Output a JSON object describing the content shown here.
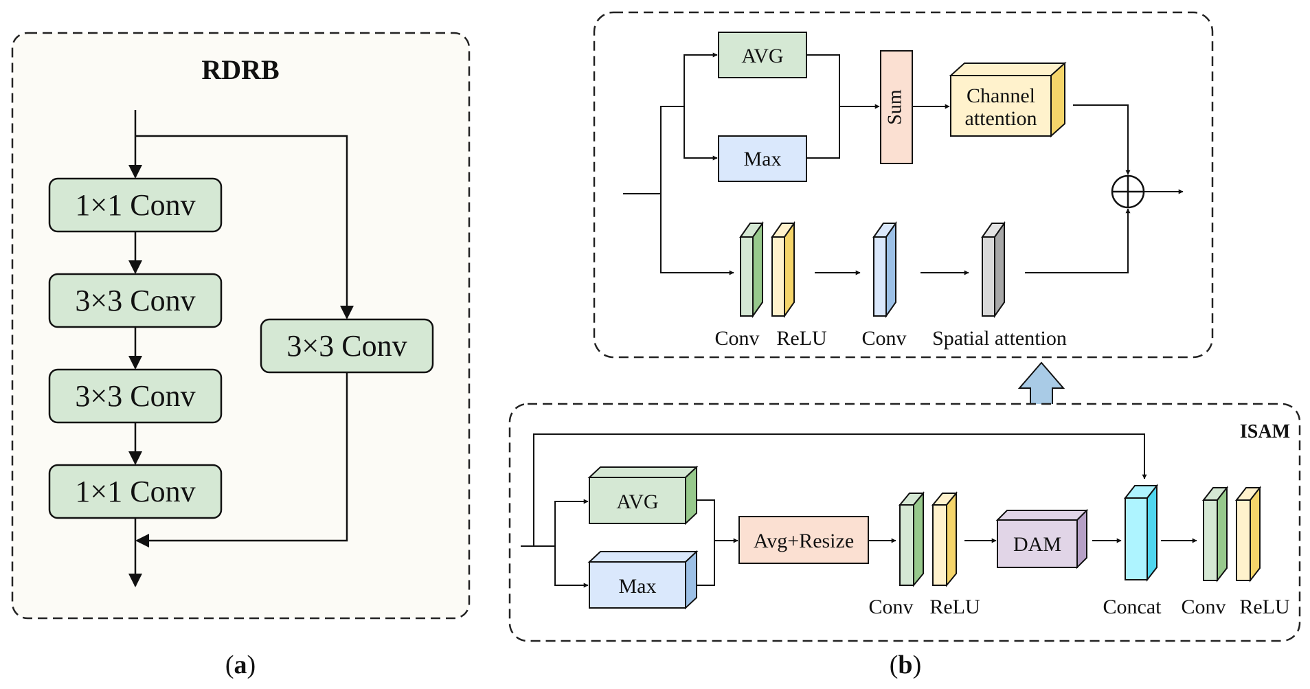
{
  "panel_a": {
    "title": "RDRB",
    "blocks": [
      "1×1 Conv",
      "3×3 Conv",
      "3×3 Conv",
      "1×1 Conv"
    ],
    "side_block": "3×3 Conv",
    "caption_letter": "a"
  },
  "panel_b": {
    "attention": {
      "avg": "AVG",
      "max": "Max",
      "sum": "Sum",
      "channel_attention_line1": "Channel",
      "channel_attention_line2": "attention",
      "conv": "Conv",
      "relu": "ReLU",
      "conv2": "Conv",
      "spatial_attention": "Spatial attention"
    },
    "isam": {
      "title": "ISAM",
      "avg": "AVG",
      "max": "Max",
      "avg_resize": "Avg+Resize",
      "conv": "Conv",
      "relu": "ReLU",
      "dam": "DAM",
      "concat": "Concat",
      "conv2": "Conv",
      "relu2": "ReLU"
    },
    "caption_letter": "b"
  },
  "colors": {
    "green": "#d5e8d4",
    "blue": "#dae8fc",
    "orange": "#fbe0d2",
    "yellow": "#fff2cc",
    "purple": "#e1d5e7",
    "cyan": "#aef4ff",
    "gray": "#d9d9d9",
    "arrow_blue": "#a9cbe6",
    "panel_bg": "#fcfbf6"
  }
}
